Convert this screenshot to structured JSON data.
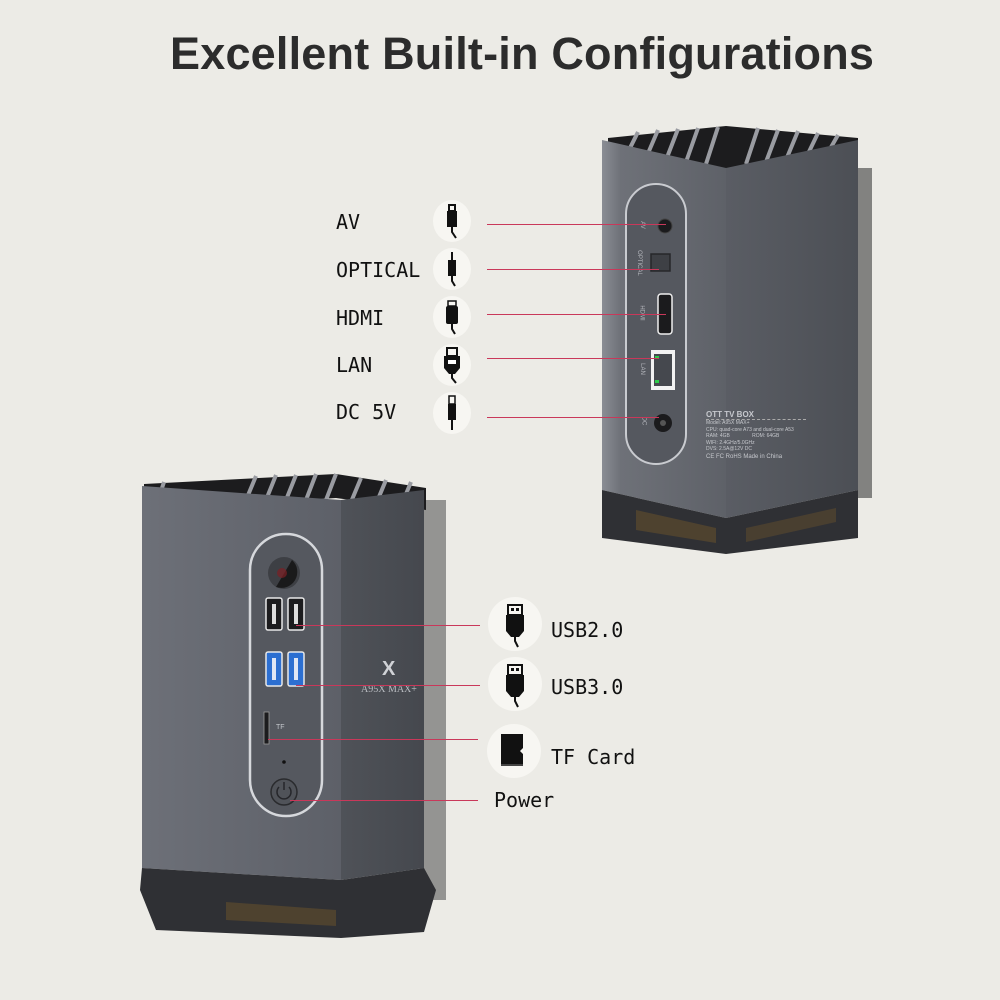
{
  "title": "Excellent Built-in Configurations",
  "back_panel": {
    "ports": [
      {
        "label": "AV",
        "icon": "av-plug-icon",
        "panel_text": "AV"
      },
      {
        "label": "OPTICAL",
        "icon": "optical-plug-icon",
        "panel_text": "OPTICAL"
      },
      {
        "label": "HDMI",
        "icon": "hdmi-plug-icon",
        "panel_text": "HDMI"
      },
      {
        "label": "LAN",
        "icon": "lan-plug-icon",
        "panel_text": "LAN"
      },
      {
        "label": "DC 5V",
        "icon": "dc-plug-icon",
        "panel_text": "DC"
      }
    ],
    "spec_label": {
      "header": "OTT TV BOX",
      "lines": [
        "Model: A95X MAX+",
        "CPU: quad-core A73 and dual-core A53",
        "RAM: 4GB                ROM: 64GB",
        "WIFI: 2.4GHz/5.0GHz",
        "DVS: 2.5A@12V DC",
        "CE FC RoHS  Made in China"
      ]
    }
  },
  "front_panel": {
    "brand_logo": "X",
    "model": "A95X MAX+",
    "tf_text": "TF",
    "ports": [
      {
        "label": "USB2.0",
        "icon": "usb-plug-icon"
      },
      {
        "label": "USB3.0",
        "icon": "usb-plug-icon"
      },
      {
        "label": "TF Card",
        "icon": "sd-card-icon"
      },
      {
        "label": "Power",
        "icon": ""
      }
    ]
  },
  "colors": {
    "background": "#ecebe6",
    "callout_line": "#c9385a",
    "device_body": "#5d6068",
    "text": "#111111"
  }
}
